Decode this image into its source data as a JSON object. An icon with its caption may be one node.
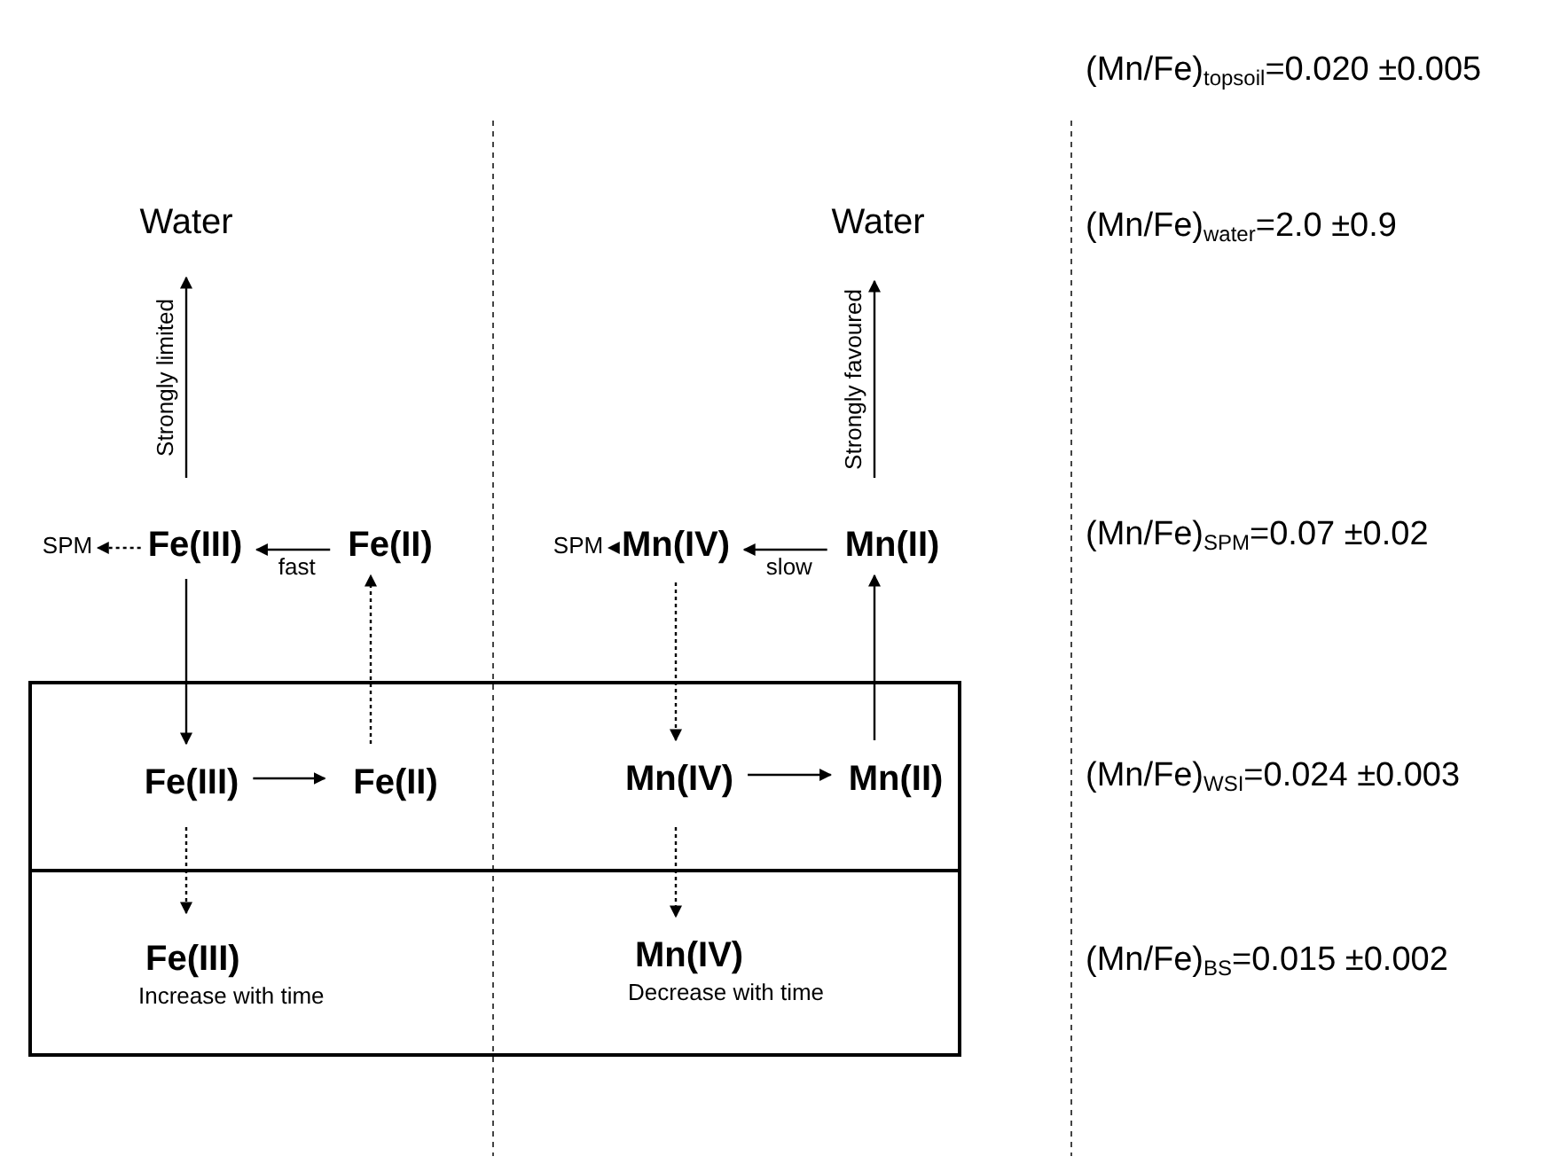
{
  "diagram": {
    "nodes": [
      {
        "text": [
          "Water"
        ]
      },
      {
        "text": [
          "Water"
        ]
      },
      {
        "text": [
          "SPM"
        ]
      },
      {
        "text": [
          "Fe(III)"
        ]
      },
      {
        "text": [
          "Fe(II)"
        ]
      },
      {
        "text": [
          "SPM"
        ]
      },
      {
        "text": [
          "Mn(IV)"
        ]
      },
      {
        "text": [
          "Mn(II)"
        ]
      },
      {
        "text": [],
        "shape": "box"
      },
      {
        "text": [
          "Fe(III)"
        ],
        "in": 8
      },
      {
        "text": [
          "Fe(II)"
        ],
        "in": 8
      },
      {
        "text": [
          "Mn(IV)"
        ],
        "in": 8
      },
      {
        "text": [
          "Mn(II)"
        ],
        "in": 8
      },
      {
        "text": [],
        "shape": "box"
      },
      {
        "text": [
          "Fe(III)",
          "Increase with time"
        ],
        "in": 13
      },
      {
        "text": [
          "Mn(IV)",
          "Decrease with time"
        ],
        "in": 13
      }
    ],
    "edges": [
      {
        "from": 3,
        "to": 0,
        "arrow": "to",
        "label": "Strongly limited"
      },
      {
        "from": 3,
        "to": 2,
        "arrow": "to",
        "style": "dashed"
      },
      {
        "from": 4,
        "to": 3,
        "arrow": "to",
        "label": "fast"
      },
      {
        "from": 7,
        "to": 1,
        "arrow": "to",
        "label": "Strongly favoured"
      },
      {
        "from": 6,
        "to": 5,
        "arrow": "to",
        "style": "dashed"
      },
      {
        "from": 7,
        "to": 6,
        "arrow": "to",
        "label": "slow"
      },
      {
        "from": 3,
        "to": 9,
        "arrow": "to"
      },
      {
        "from": 10,
        "to": 4,
        "arrow": "to",
        "style": "dashed"
      },
      {
        "from": 6,
        "to": 11,
        "arrow": "to",
        "style": "dashed"
      },
      {
        "from": 12,
        "to": 7,
        "arrow": "to"
      },
      {
        "from": 9,
        "to": 10,
        "arrow": "to"
      },
      {
        "from": 11,
        "to": 12,
        "arrow": "to"
      },
      {
        "from": 9,
        "to": 14,
        "arrow": "to",
        "style": "dashed"
      },
      {
        "from": 11,
        "to": 15,
        "arrow": "to",
        "style": "dashed"
      }
    ],
    "labels": [
      "(Mn/Fe)$_{topsoil}$=0.020 ±0.005",
      "(Mn/Fe)$_{water}$=2.0 ±0.9",
      "(Mn/Fe)$_{SPM}$=0.07 ±0.02",
      "(Mn/Fe)$_{WSI}$=0.024 ±0.003",
      "(Mn/Fe)$_{BS}$=0.015 ±0.002"
    ]
  }
}
